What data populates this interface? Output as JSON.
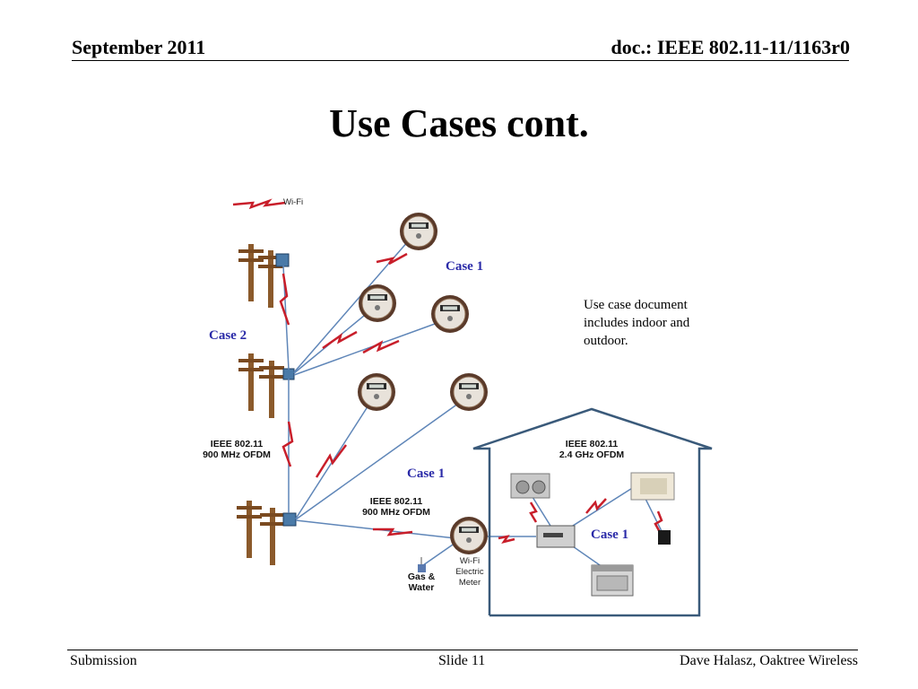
{
  "header": {
    "date": "September 2011",
    "doc_id": "doc.: IEEE 802.11-11/1163r0"
  },
  "slide": {
    "title": "Use Cases cont."
  },
  "note": "Use case document includes indoor and outdoor.",
  "diagram": {
    "legend_wifi": "Wi-Fi",
    "cases": {
      "top": "Case 1",
      "left": "Case 2",
      "middle": "Case 1",
      "house": "Case 1"
    },
    "labels": {
      "ieee_left_1": "IEEE 802.11",
      "ieee_left_2": "900 MHz OFDM",
      "ieee_mid_1": "IEEE 802.11",
      "ieee_mid_2": "900 MHz OFDM",
      "ieee_house_1": "IEEE 802.11",
      "ieee_house_2": "2.4 GHz OFDM",
      "meter_1": "Wi-Fi",
      "meter_2": "Electric",
      "meter_3": "Meter",
      "gas_1": "Gas &",
      "gas_2": "Water"
    }
  },
  "footer": {
    "left": "Submission",
    "center": "Slide 11",
    "right": "Dave Halasz, Oaktree Wireless"
  }
}
